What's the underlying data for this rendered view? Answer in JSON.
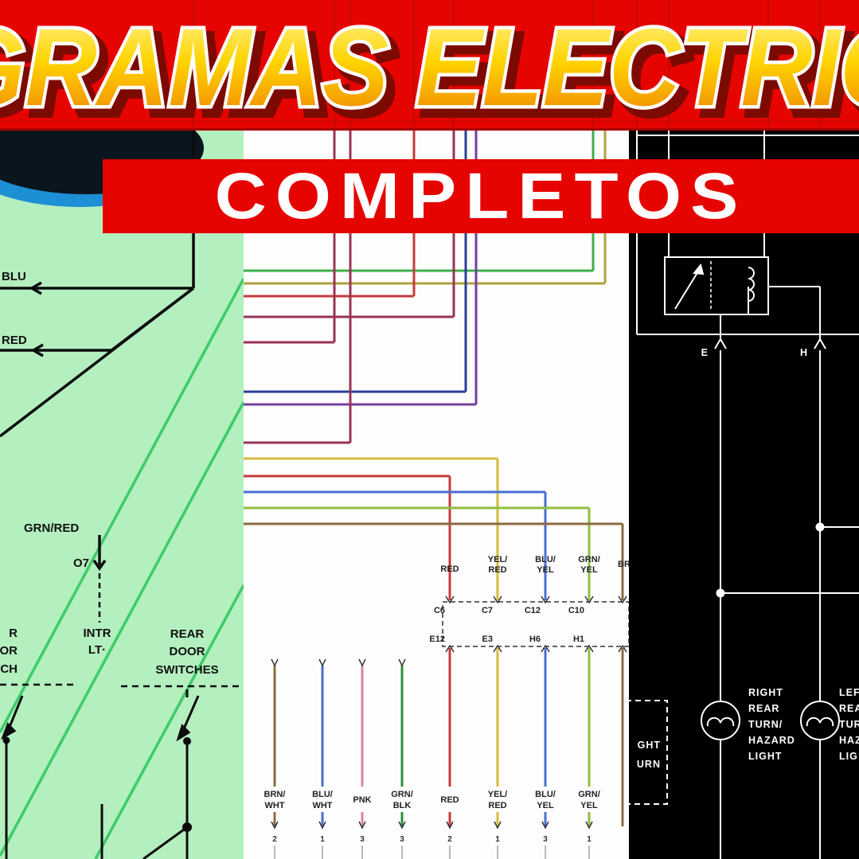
{
  "colors": {
    "banner_red": "#e60400",
    "title_yellow": "#ffd400",
    "title_outline": "#ffffff",
    "subtitle_white": "#ffffff",
    "left_panel_green": "#b4efbf",
    "mid_panel_white": "#fdfdfd",
    "right_panel_black": "#000000"
  },
  "banner": {
    "title": "GRAMAS ELECTRIC",
    "subtitle": "COMPLETOS"
  },
  "left": {
    "wire1": "BLU",
    "wire2": "RED",
    "wire3": "GRN/RED",
    "pin": "O7",
    "intr": [
      "INTR",
      "LT·"
    ],
    "rear": [
      "REAR",
      "DOOR",
      "SWITCHES"
    ],
    "cropped": [
      "R",
      "OR",
      "TCH"
    ]
  },
  "mid": {
    "top_labels": [
      [
        "RED"
      ],
      [
        "YEL/",
        "RED"
      ],
      [
        "BLU/",
        "YEL"
      ],
      [
        "GRN/",
        "YEL"
      ]
    ],
    "cropped_top": "BR",
    "conn_top": [
      "C6",
      "C7",
      "C12",
      "C10"
    ],
    "conn_bottom": [
      "E12",
      "E3",
      "H6",
      "H1"
    ],
    "bottom_labels": [
      [
        "BRN/",
        "WHT"
      ],
      [
        "BLU/",
        "WHT"
      ],
      [
        "PNK"
      ],
      [
        "GRN/",
        "BLK"
      ],
      [
        "RED"
      ],
      [
        "YEL/",
        "RED"
      ],
      [
        "BLU/",
        "YEL"
      ],
      [
        "GRN/",
        "YEL"
      ]
    ],
    "pin_numbers": [
      "2",
      "1",
      "3",
      "3",
      "2",
      "1",
      "3",
      "1"
    ]
  },
  "right": {
    "pin_e": "E",
    "pin_h": "H",
    "right_lamp": [
      "RIGHT",
      "REAR",
      "TURN/",
      "HAZARD",
      "LIGHT"
    ],
    "left_lamp": [
      "LEF",
      "REA",
      "TUR",
      "HAZ",
      "LIG"
    ],
    "dashed_box": [
      "GHT",
      "URN"
    ]
  }
}
